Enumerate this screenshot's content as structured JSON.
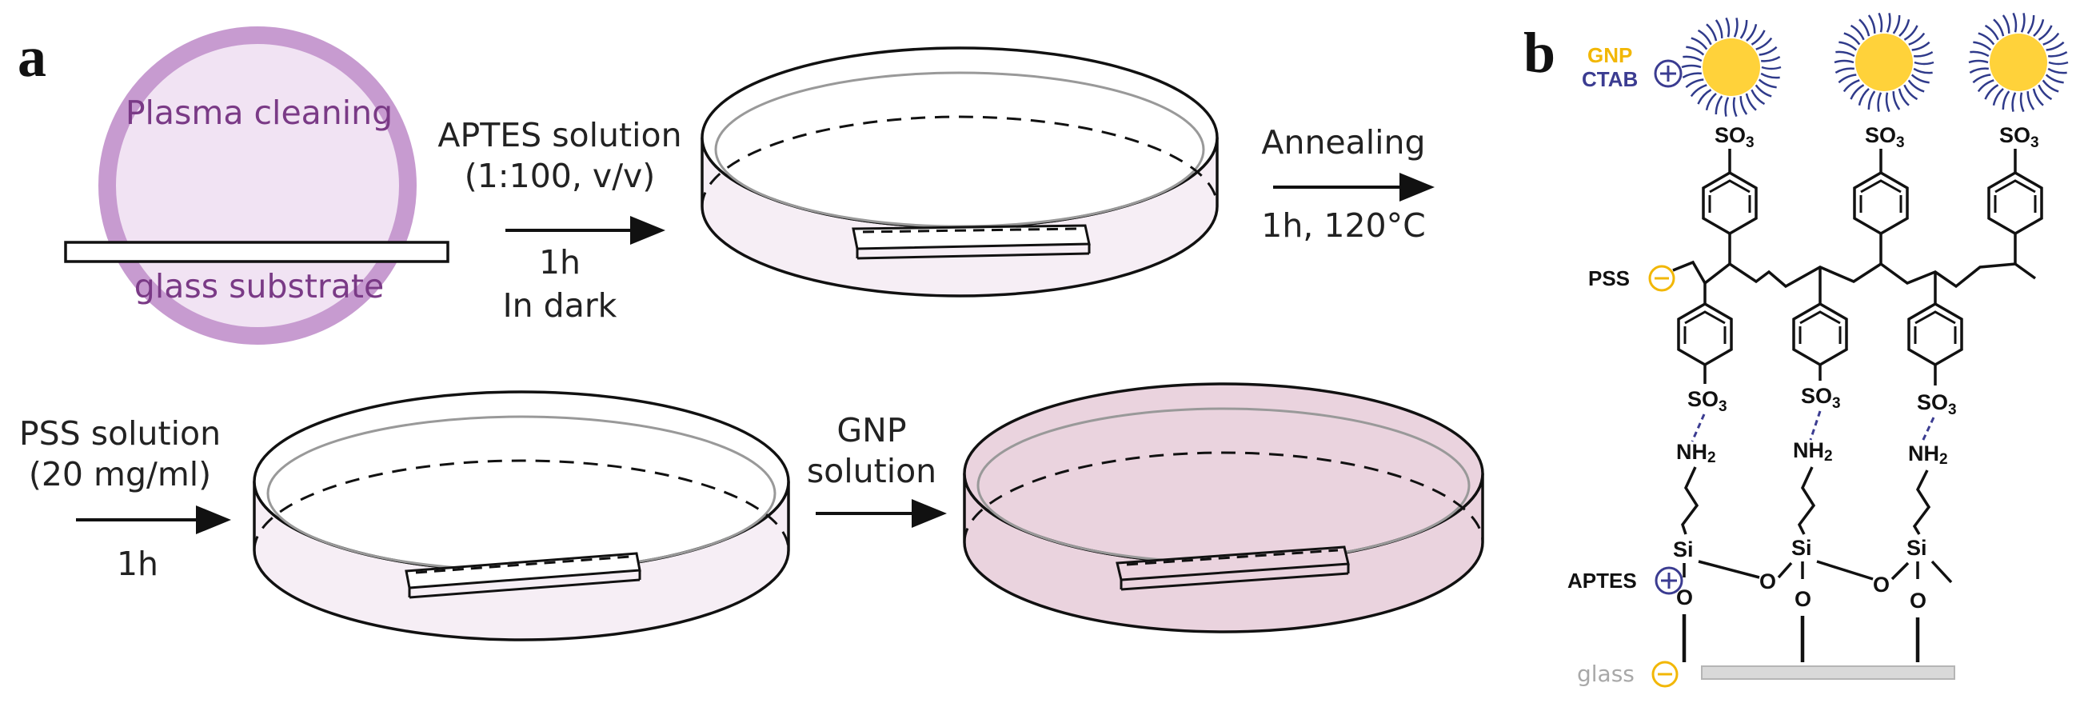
{
  "panels": {
    "a": "a",
    "b": "b"
  },
  "panel_a": {
    "step1": {
      "top": "Plasma cleaning",
      "bottom": "glass substrate"
    },
    "step2": {
      "line1": "APTES solution",
      "line2": "(1:100, v/v)",
      "line3": "1h",
      "line4": "In dark"
    },
    "step3": {
      "line1": "Annealing",
      "line2": "1h, 120°C"
    },
    "step4": {
      "line1": "PSS solution",
      "line2": "(20 mg/ml)",
      "line3": "1h"
    },
    "step5": {
      "line1": "GNP",
      "line2": "solution"
    }
  },
  "panel_b": {
    "gnp": "GNP",
    "ctab": "CTAB",
    "pss": "PSS",
    "aptes": "APTES",
    "glass": "glass",
    "so3": "SO",
    "so3_sub": "3",
    "nh2": "NH",
    "nh2_sub": "2",
    "si": "Si",
    "o": "O"
  },
  "colors": {
    "plasma_ring": "#c79bd0",
    "plasma_fill": "#f1e3f3",
    "dish_fill_light": "#f6eef5",
    "dish_fill_gnp": "#ead3de",
    "gnp_core": "#ffd23a",
    "gnp_rays": "#2f3a8a",
    "gnp_label": "#f2b705",
    "ctab_label": "#3b3c91",
    "negative": "#f2b705",
    "glass_bar": "#d9d9d9"
  }
}
